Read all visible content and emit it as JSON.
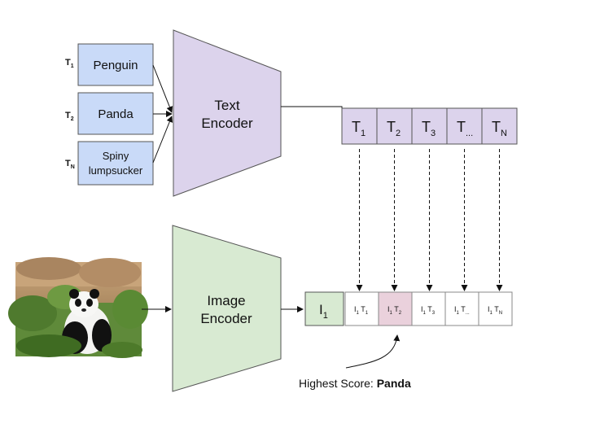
{
  "text_inputs": [
    {
      "tag": "T",
      "sub": "1",
      "label": "Penguin"
    },
    {
      "tag": "T",
      "sub": "2",
      "label": "Panda"
    },
    {
      "tag": "T",
      "sub": "N",
      "label_line1": "Spiny",
      "label_line2": "lumpsucker"
    }
  ],
  "text_encoder": {
    "line1": "Text",
    "line2": "Encoder"
  },
  "image_encoder": {
    "line1": "Image",
    "line2": "Encoder"
  },
  "text_embeddings": [
    {
      "main": "T",
      "sub": "1"
    },
    {
      "main": "T",
      "sub": "2"
    },
    {
      "main": "T",
      "sub": "3"
    },
    {
      "main": "T",
      "sub": "..."
    },
    {
      "main": "T",
      "sub": "N"
    }
  ],
  "image_embedding": {
    "main": "I",
    "sub": "1"
  },
  "scores": [
    {
      "i_sub": "1",
      "t_sub": "1",
      "highlight": false
    },
    {
      "i_sub": "1",
      "t_sub": "2",
      "highlight": true
    },
    {
      "i_sub": "1",
      "t_sub": "3",
      "highlight": false
    },
    {
      "i_sub": "1",
      "t_sub": "...",
      "highlight": false
    },
    {
      "i_sub": "1",
      "t_sub": "N",
      "highlight": false
    }
  ],
  "result": {
    "prefix": "Highest Score: ",
    "value": "Panda"
  },
  "colors": {
    "input_box": "#c9daf8",
    "text_encoder": "#dcd3ec",
    "image_encoder": "#d8ead2",
    "highlight_cell": "#ead1dc",
    "stroke": "#555555"
  },
  "image": {
    "subject": "panda-photo"
  }
}
